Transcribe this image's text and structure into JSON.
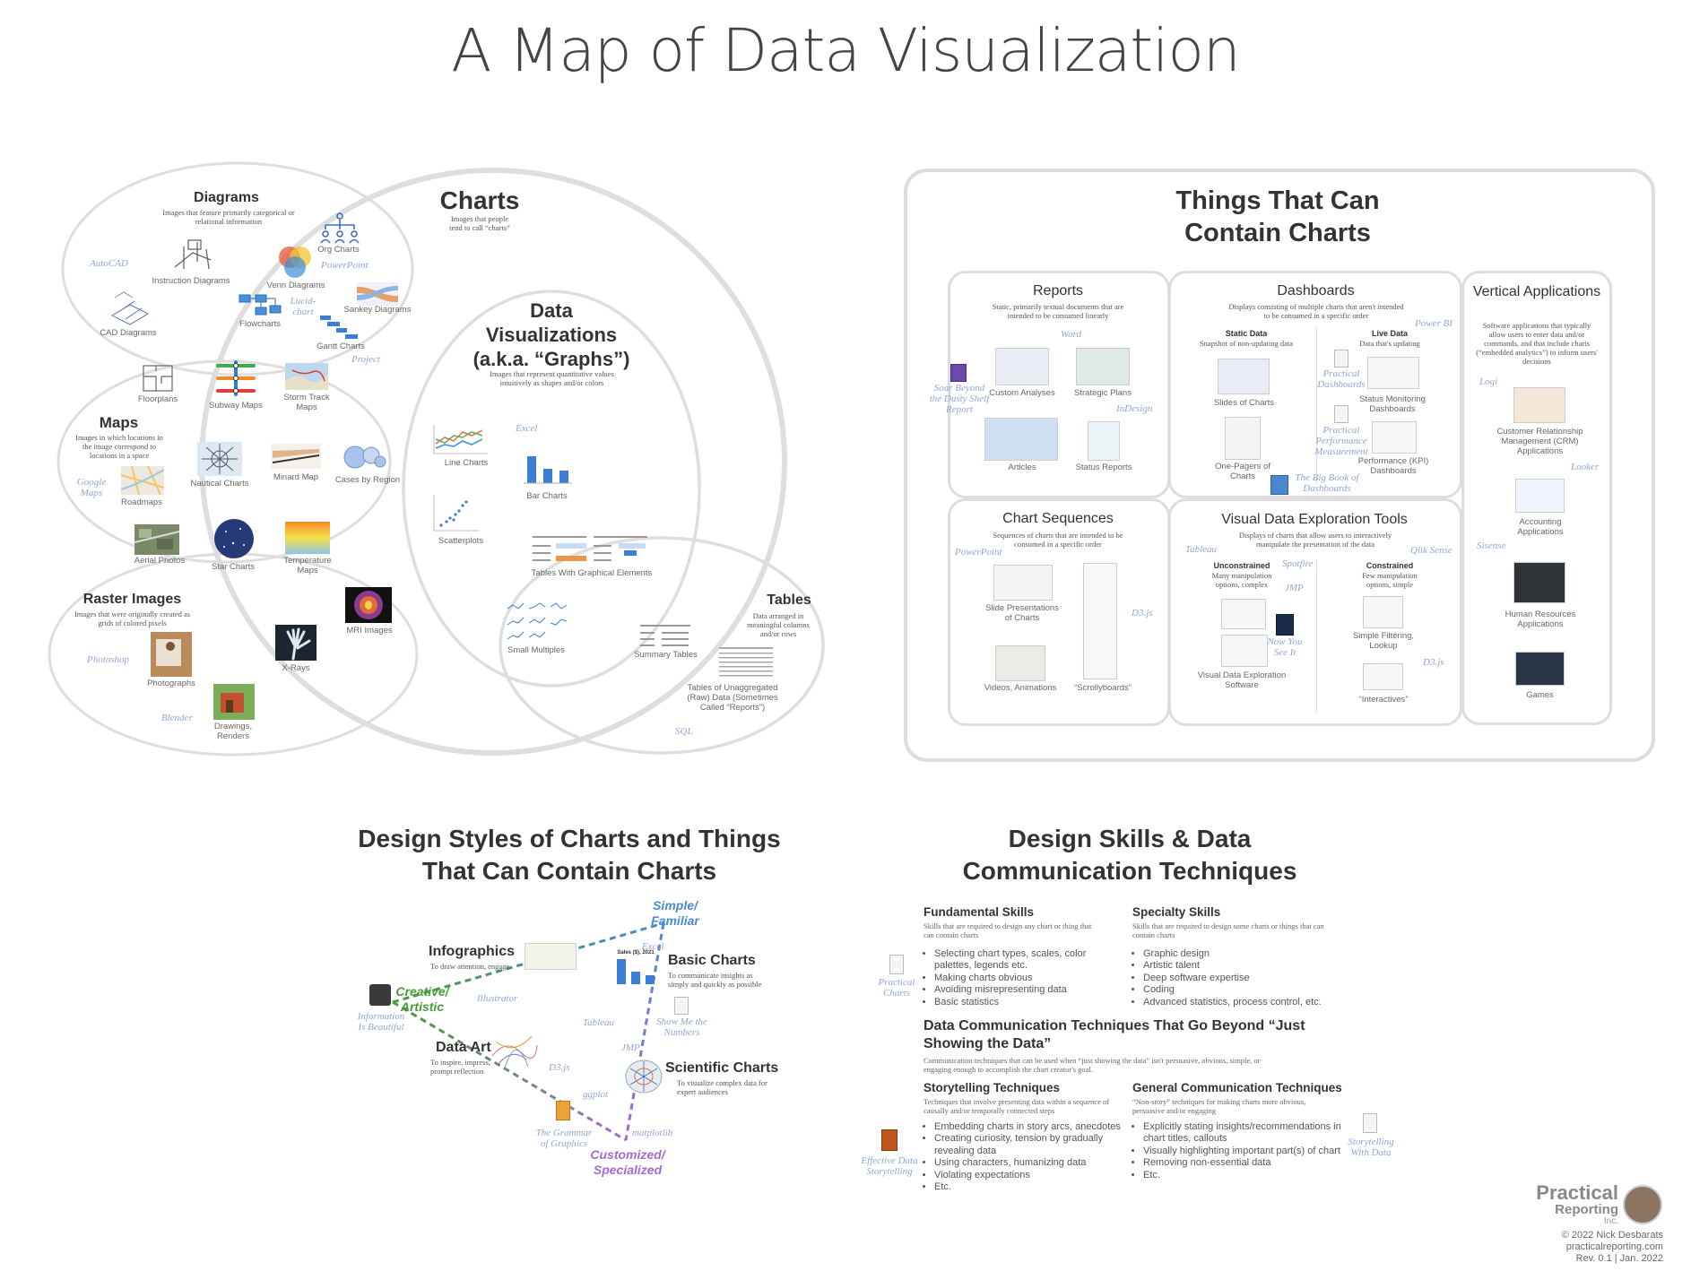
{
  "page_title": "A Map of Data Visualization",
  "venn": {
    "diagrams": {
      "title": "Diagrams",
      "sub": "Images that feature primarily categorical or relational information"
    },
    "charts": {
      "title": "Charts",
      "sub": "Images that people tend to call “charts”"
    },
    "dataviz": {
      "title": "Data Visualizations (a.k.a. “Graphs”)",
      "sub": "Images that represent quantitative values intuitively as shapes and/or colors"
    },
    "maps": {
      "title": "Maps",
      "sub": "Images in which locations in the image correspond to locations in a space"
    },
    "raster": {
      "title": "Raster Images",
      "sub": "Images that were originally created as grids of colored pixels"
    },
    "tables": {
      "title": "Tables",
      "sub": "Data arranged in meaningful columns and/or rows"
    },
    "items": {
      "instruction": "Instruction Diagrams",
      "cad": "CAD Diagrams",
      "org": "Org Charts",
      "venn": "Venn Diagrams",
      "flow": "Flowcharts",
      "sankey": "Sankey Diagrams",
      "gantt": "Gantt Charts",
      "floor": "Floorplans",
      "subway": "Subway Maps",
      "storm": "Storm Track Maps",
      "roadmaps": "Roadmaps",
      "nautical": "Nautical Charts",
      "minard": "Minard Map",
      "cases": "Cases by Region",
      "aerial": "Aerial Photos",
      "star": "Star Charts",
      "temp": "Temperature Maps",
      "mri": "MRI Images",
      "xray": "X-Rays",
      "photos": "Photographs",
      "drawings": "Drawings, Renders",
      "line": "Line Charts",
      "bar": "Bar Charts",
      "scatter": "Scatterplots",
      "tablesge": "Tables With Graphical Elements",
      "small": "Small Multiples",
      "summary": "Summary Tables",
      "raw": "Tables of Unaggregated (Raw) Data (Sometimes Called “Reports”)"
    },
    "tools": {
      "autocad": "AutoCAD",
      "powerpoint": "PowerPoint",
      "lucid": "Lucid-chart",
      "project": "Project",
      "google": "Google Maps",
      "photoshop": "Photoshop",
      "blender": "Blender",
      "excel": "Excel",
      "sql": "SQL"
    }
  },
  "containers": {
    "title": "Things That Can Contain Charts",
    "reports": {
      "title": "Reports",
      "sub": "Static, primarily textual documents that are intended to be consumed linearly",
      "word": "Word",
      "items": [
        "Custom Analyses",
        "Strategic Plans",
        "Articles",
        "Status Reports"
      ],
      "book": "Soar Beyond the Dusty Shelf Report",
      "indesign": "InDesign"
    },
    "dashboards": {
      "title": "Dashboards",
      "sub": "Displays consisting of multiple charts that aren't intended to be consumed in a specific order",
      "powerbi": "Power BI",
      "static": {
        "title": "Static Data",
        "sub": "Snapshot of non-updating data"
      },
      "live": {
        "title": "Live Data",
        "sub": "Data that's updating"
      },
      "items": [
        "Slides of Charts",
        "One-Pagers of Charts",
        "Status Monitoring Dashboards",
        "Performance (KPI) Dashboards"
      ],
      "books": [
        "Practical Dashboards",
        "Practical Performance Measurement",
        "The Big Book of Dashboards"
      ]
    },
    "vertical": {
      "title": "Vertical Applications",
      "sub": "Software applications that typically allow users to enter data and/or commands, and that include charts (“embedded analytics”) to inform users' decisions",
      "logi": "Logi",
      "looker": "Looker",
      "sisense": "Sisense",
      "items": [
        "Customer Relationship Management (CRM) Applications",
        "Accounting Applications",
        "Human Resources Applications",
        "Games"
      ]
    },
    "sequences": {
      "title": "Chart Sequences",
      "sub": "Sequences of charts that are intended to be consumed in a specific order",
      "powerpoint": "PowerPoint",
      "d3": "D3.js",
      "items": [
        "Slide Presentations of Charts",
        "Videos, Animations",
        "“Scrollyboards”"
      ]
    },
    "vdet": {
      "title": "Visual Data Exploration Tools",
      "sub": "Displays of charts that allow users to interactively manipulate the presentation of the data",
      "tableau": "Tableau",
      "spotfire": "Spotfire",
      "jmp": "JMP",
      "qlik": "Qlik Sense",
      "d3": "D3.js",
      "book": "Now You See It",
      "unconstrained": {
        "title": "Unconstrained",
        "sub": "Many manipulation options, complex"
      },
      "constrained": {
        "title": "Constrained",
        "sub": "Few manipulation options, simple"
      },
      "items": [
        "Visual Data Exploration Software",
        "Simple Filtering, Lookup",
        "“Interactives”"
      ]
    }
  },
  "styles": {
    "title": "Design Styles of Charts and Things That Can Contain Charts",
    "simple": "Simple/ Familiar",
    "creative": "Creative/ Artistic",
    "custom": "Customized/ Specialized",
    "infographics": {
      "title": "Infographics",
      "sub": "To draw attention, engage"
    },
    "basic": {
      "title": "Basic Charts",
      "sub": "To communicate insights as simply and quickly as possible"
    },
    "dataart": {
      "title": "Data Art",
      "sub": "To inspire, impress, prompt reflection"
    },
    "scientific": {
      "title": "Scientific Charts",
      "sub": "To visualize complex data for expert audiences"
    },
    "tools": {
      "excel": "Excel",
      "illustrator": "Illustrator",
      "tableau": "Tableau",
      "jmp": "JMP",
      "d3": "D3.js",
      "ggplot": "ggplot",
      "matplotlib": "matplotlib"
    },
    "books": {
      "info": "Information Is Beautiful",
      "show": "Show Me the Numbers",
      "grammar": "The Grammar of Graphics"
    },
    "sales": "Sales ($), 2021"
  },
  "skills": {
    "title": "Design Skills & Data Communication Techniques",
    "fundamental": {
      "title": "Fundamental Skills",
      "sub": "Skills that are required to design any chart or thing that can contain charts",
      "items": [
        "Selecting chart types, scales, color palettes, legends etc.",
        "Making charts obvious",
        "Avoiding misrepresenting data",
        "Basic statistics"
      ]
    },
    "specialty": {
      "title": "Specialty Skills",
      "sub": "Skills that are required to design some charts or things that can contain charts",
      "items": [
        "Graphic design",
        "Artistic talent",
        "Deep software expertise",
        "Coding",
        "Advanced statistics, process control, etc."
      ]
    },
    "beyond": {
      "title": "Data Communication Techniques That Go Beyond “Just Showing the Data”",
      "sub": "Communication techniques that can be used when “just showing the data” isn't persuasive, obvious, simple, or engaging enough to accomplish the chart creator's goal."
    },
    "storytelling": {
      "title": "Storytelling Techniques",
      "sub": "Techniques that involve presenting data within a sequence of causally and/or temporally connected steps",
      "items": [
        "Embedding charts in story arcs, anecdotes",
        "Creating curiosity, tension by gradually revealing data",
        "Using characters, humanizing data",
        "Violating expectations",
        "Etc."
      ]
    },
    "general": {
      "title": "General Communication Techniques",
      "sub": "“Non-story” techniques for making charts more obvious, persuasive and/or engaging",
      "items": [
        "Explicitly stating insights/recommendations in chart titles, callouts",
        "Visually highlighting important part(s) of chart",
        "Removing non-essential data",
        "Etc."
      ]
    },
    "books": {
      "practical": "Practical Charts",
      "effective": "Effective Data Storytelling",
      "swd": "Storytelling With Data"
    }
  },
  "footer": {
    "brand1": "Practical",
    "brand2": "Reporting",
    "brand3": "Inc.",
    "copyright": "© 2022 Nick Desbarats",
    "url": "practicalreporting.com",
    "rev": "Rev. 0.1 | Jan. 2022"
  }
}
